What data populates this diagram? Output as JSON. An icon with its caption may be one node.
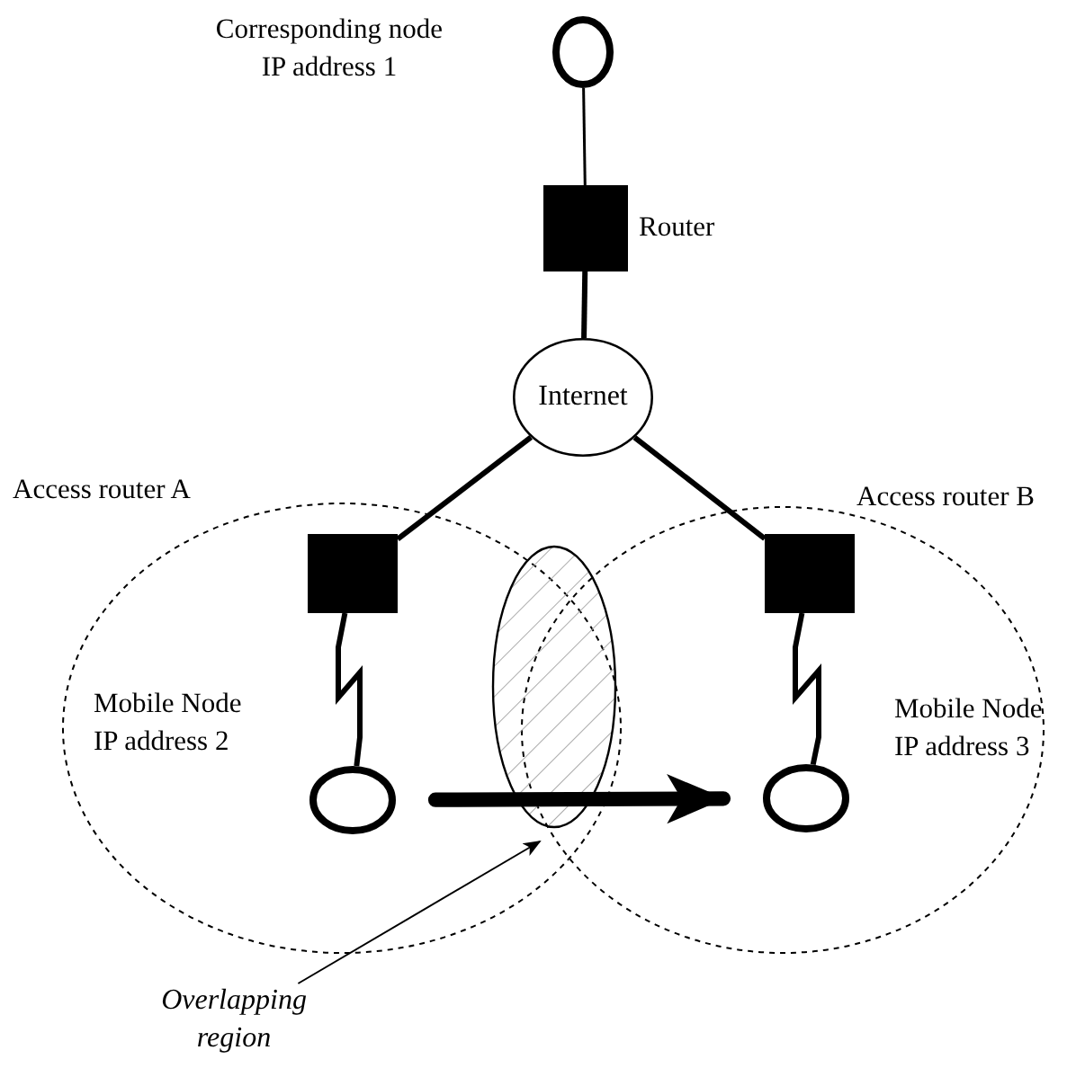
{
  "diagram": {
    "nodes": [
      {
        "text": [],
        "shape": "circle"
      },
      {
        "text": [],
        "shape": "box",
        "beside": [
          "Router"
        ]
      },
      {
        "text": [
          "Internet"
        ]
      },
      {
        "text": [],
        "shape": "box"
      },
      {
        "text": [],
        "shape": "box"
      },
      {
        "text": [],
        "shape": "circle",
        "beside": [
          "Mobile Node IP address 2"
        ]
      },
      {
        "text": [],
        "shape": "circle",
        "beside": [
          "Mobile Node IP address 3"
        ]
      },
      {
        "text": [
          "Overlapping region"
        ]
      }
    ],
    "edges": [
      {
        "from": 0,
        "to": 1,
        "arrow": "none"
      },
      {
        "from": 1,
        "to": 2,
        "arrow": "none"
      },
      {
        "from": 2,
        "to": 3,
        "arrow": "none"
      },
      {
        "from": 2,
        "to": 4,
        "arrow": "none"
      },
      {
        "from": 3,
        "to": 5,
        "arrow": "none"
      },
      {
        "from": 4,
        "to": 6,
        "arrow": "none"
      },
      {
        "from": 5,
        "to": 6,
        "arrow": "to",
        "style": "thick"
      },
      {
        "from": 7,
        "to": null,
        "arrow": "to"
      }
    ],
    "labels": [
      "Corresponding node IP address 1",
      "Access router A",
      "Access router B"
    ]
  }
}
